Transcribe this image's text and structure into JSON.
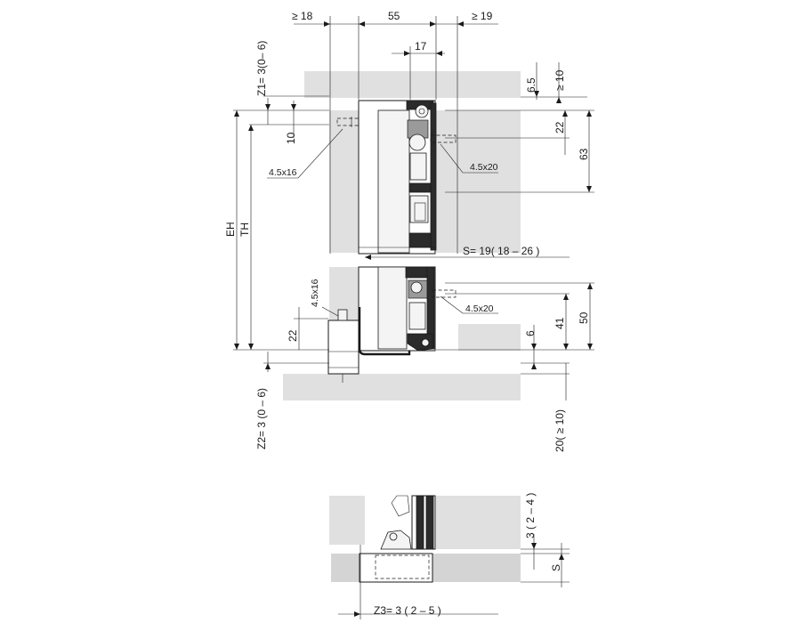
{
  "dimensions": {
    "top_gap_left": "≥ 18",
    "top_width": "55",
    "top_gap_right": "≥ 19",
    "track_width": "17",
    "head_clear": "≥ 10",
    "head_thick": "6.5",
    "z1": "Z1= 3(0– 6)",
    "screw_offset": "10",
    "screw_left_top": "4.5x16",
    "screw_right_top": "4.5x20",
    "top_22": "22",
    "top_63": "63",
    "eh": "EH",
    "th": "TH",
    "s_range": "S= 19( 18 – 26 )",
    "screw_left_bottom": "4.5x16",
    "screw_right_bottom": "4.5x20",
    "bottom_50": "50",
    "bottom_41": "41",
    "bottom_6": "6",
    "bottom_22": "22",
    "z2": "Z2= 3 (0 – 6)",
    "floor_gap": "20( ≥ 10)",
    "detail_3": "3 ( 2 – 4 )",
    "detail_s": "S",
    "z3": "Z3= 3  ( 2 – 5 )"
  },
  "colors": {
    "line": "#1a1a1a",
    "panel_fill": "#e0e0e0",
    "dark_profile": "#2b2b2b"
  }
}
